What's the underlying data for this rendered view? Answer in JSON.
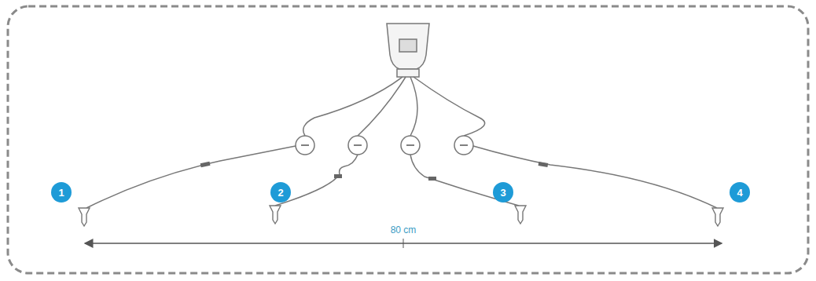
{
  "diagram": {
    "nodes": [
      {
        "text": [
          "1"
        ]
      },
      {
        "text": [
          "2"
        ]
      },
      {
        "text": [
          "3"
        ]
      },
      {
        "text": [
          "4"
        ]
      }
    ],
    "labels": [
      "80 cm"
    ]
  }
}
